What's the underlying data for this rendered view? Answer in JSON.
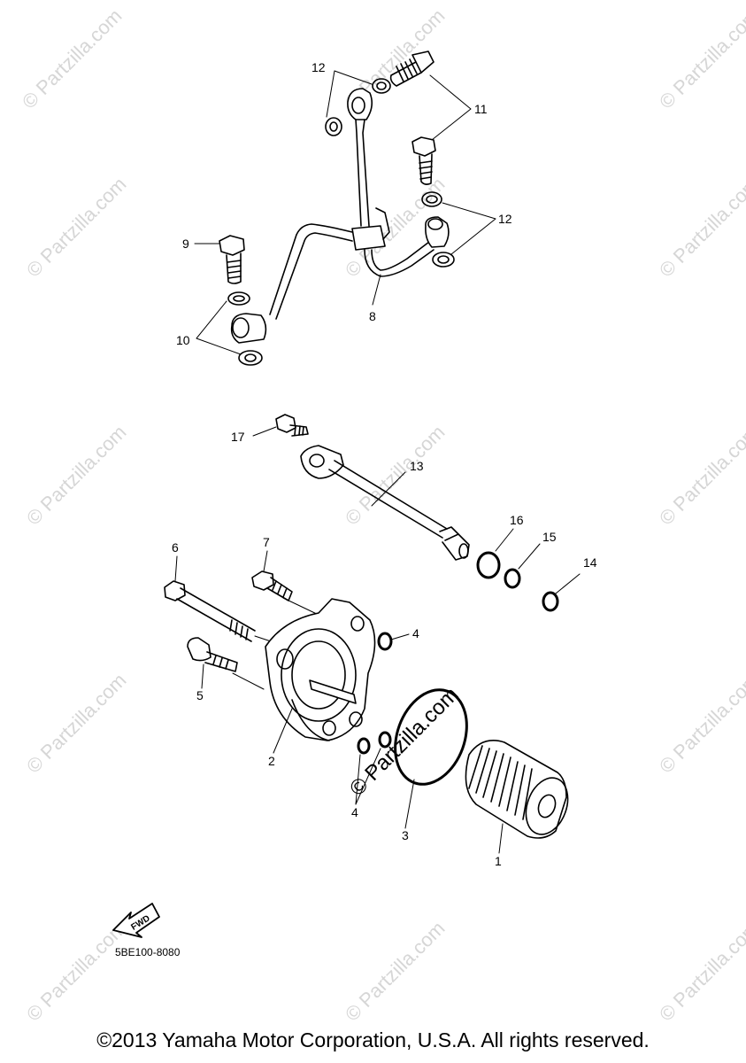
{
  "watermark": "© Partzilla.com",
  "center_watermark": "© Partzilla.com",
  "callouts": {
    "c1": "1",
    "c2": "2",
    "c3": "3",
    "c4a": "4",
    "c4b": "4",
    "c5": "5",
    "c6": "6",
    "c7": "7",
    "c8": "8",
    "c9": "9",
    "c10": "10",
    "c11": "11",
    "c12a": "12",
    "c12b": "12",
    "c13": "13",
    "c14": "14",
    "c15": "15",
    "c16": "16",
    "c17": "17"
  },
  "fwd_label": "FWD",
  "diagram_code": "5BE100-8080",
  "copyright": "©2013 Yamaha Motor Corporation, U.S.A. All rights reserved."
}
